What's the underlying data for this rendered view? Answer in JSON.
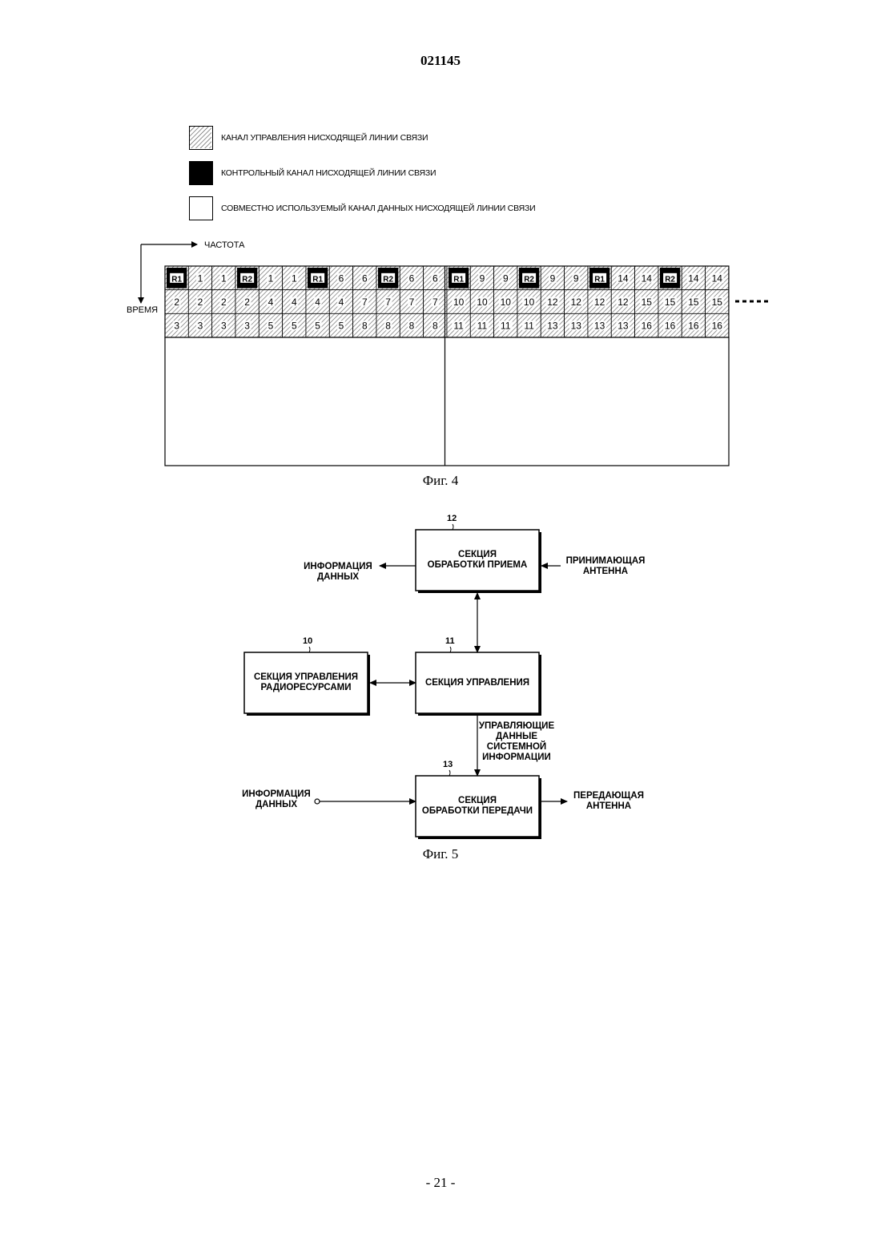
{
  "header": {
    "page_code": "021145"
  },
  "figure4": {
    "legend": [
      {
        "pattern": "hatched",
        "label": "КАНАЛ УПРАВЛЕНИЯ НИСХОДЯЩЕЙ ЛИНИИ СВЯЗИ"
      },
      {
        "pattern": "black",
        "label": "КОНТРОЛЬНЫЙ КАНАЛ НИСХОДЯЩЕЙ ЛИНИИ СВЯЗИ"
      },
      {
        "pattern": "white",
        "label": "СОВМЕСТНО ИСПОЛЬЗУЕМЫЙ КАНАЛ ДАННЫХ НИСХОДЯЩЕЙ ЛИНИИ СВЯЗИ"
      }
    ],
    "axis_frequency": "ЧАСТОТА",
    "axis_time": "ВРЕМЯ",
    "rows": [
      [
        "R1",
        "1",
        "1",
        "R2",
        "1",
        "1",
        "R1",
        "6",
        "6",
        "R2",
        "6",
        "6",
        "R1",
        "9",
        "9",
        "R2",
        "9",
        "9",
        "R1",
        "14",
        "14",
        "R2",
        "14",
        "14"
      ],
      [
        "2",
        "2",
        "2",
        "2",
        "4",
        "4",
        "4",
        "4",
        "7",
        "7",
        "7",
        "7",
        "10",
        "10",
        "10",
        "10",
        "12",
        "12",
        "12",
        "12",
        "15",
        "15",
        "15",
        "15"
      ],
      [
        "3",
        "3",
        "3",
        "3",
        "5",
        "5",
        "5",
        "5",
        "8",
        "8",
        "8",
        "8",
        "11",
        "11",
        "11",
        "11",
        "13",
        "13",
        "13",
        "13",
        "16",
        "16",
        "16",
        "16"
      ]
    ],
    "caption": "Фиг. 4"
  },
  "figure5": {
    "blocks": {
      "receive": {
        "ref": "12",
        "line1": "СЕКЦИЯ",
        "line2": "ОБРАБОТКИ ПРИЕМА"
      },
      "radio": {
        "ref": "10",
        "line1": "СЕКЦИЯ УПРАВЛЕНИЯ",
        "line2": "РАДИОРЕСУРСАМИ"
      },
      "control": {
        "ref": "11",
        "line1": "СЕКЦИЯ УПРАВЛЕНИЯ"
      },
      "transmit": {
        "ref": "13",
        "line1": "СЕКЦИЯ",
        "line2": "ОБРАБОТКИ ПЕРЕДАЧИ"
      }
    },
    "labels": {
      "data_info_out": [
        "ИНФОРМАЦИЯ",
        "ДАННЫХ"
      ],
      "rx_antenna": [
        "ПРИНИМАЮЩАЯ",
        "АНТЕННА"
      ],
      "control_data": [
        "УПРАВЛЯЮЩИЕ",
        "ДАННЫЕ",
        "СИСТЕМНОЙ",
        "ИНФОРМАЦИИ"
      ],
      "data_info_in": [
        "ИНФОРМАЦИЯ",
        "ДАННЫХ"
      ],
      "tx_antenna": [
        "ПЕРЕДАЮЩАЯ",
        "АНТЕННА"
      ]
    },
    "caption": "Фиг. 5"
  },
  "footer": {
    "page_number": "- 21 -"
  }
}
